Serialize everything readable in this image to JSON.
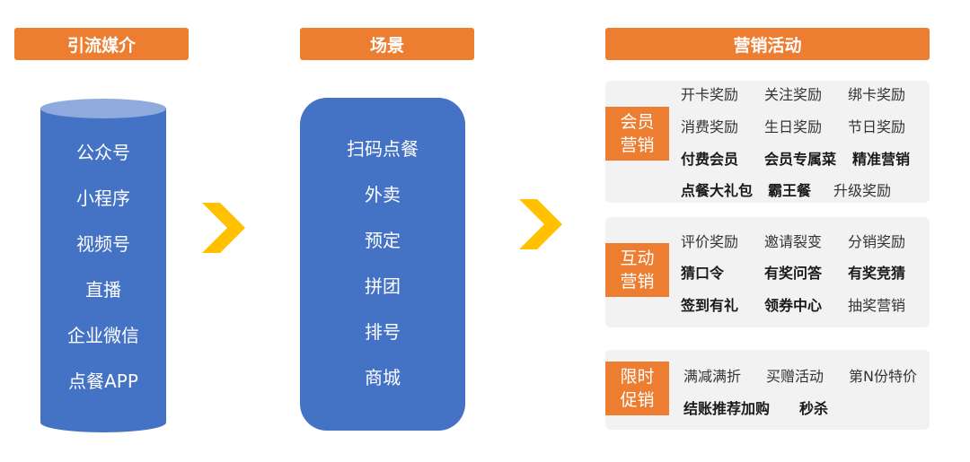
{
  "headers": {
    "media": "引流媒介",
    "scene": "场景",
    "marketing": "营销活动"
  },
  "media_items": [
    "公众号",
    "小程序",
    "视频号",
    "直播",
    "企业微信",
    "点餐APP"
  ],
  "scene_items": [
    "扫码点餐",
    "外卖",
    "预定",
    "拼团",
    "排号",
    "商城"
  ],
  "groups": [
    {
      "tag_line1": "会员",
      "tag_line2": "营销",
      "rows": [
        [
          {
            "text": "开卡奖励",
            "bold": false
          },
          {
            "text": "关注奖励",
            "bold": false
          },
          {
            "text": "绑卡奖励",
            "bold": false
          }
        ],
        [
          {
            "text": "消费奖励",
            "bold": false
          },
          {
            "text": "生日奖励",
            "bold": false
          },
          {
            "text": "节日奖励",
            "bold": false
          }
        ],
        [
          {
            "text": "付费会员",
            "bold": true
          },
          {
            "text": "会员专属菜",
            "bold": true
          },
          {
            "text": "精准营销",
            "bold": true
          }
        ],
        [
          {
            "text": "点餐大礼包",
            "bold": true
          },
          {
            "text": "霸王餐",
            "bold": true
          },
          {
            "text": "升级奖励",
            "bold": false
          }
        ]
      ]
    },
    {
      "tag_line1": "互动",
      "tag_line2": "营销",
      "rows": [
        [
          {
            "text": "评价奖励",
            "bold": false
          },
          {
            "text": "邀请裂变",
            "bold": false
          },
          {
            "text": "分销奖励",
            "bold": false
          }
        ],
        [
          {
            "text": "猜口令",
            "bold": true
          },
          {
            "text": "有奖问答",
            "bold": true
          },
          {
            "text": "有奖竞猜",
            "bold": true
          }
        ],
        [
          {
            "text": "签到有礼",
            "bold": true
          },
          {
            "text": "领券中心",
            "bold": true
          },
          {
            "text": "抽奖营销",
            "bold": false
          }
        ]
      ]
    },
    {
      "tag_line1": "限时",
      "tag_line2": "促销",
      "rows": [
        [
          {
            "text": "满减满折",
            "bold": false
          },
          {
            "text": "买赠活动",
            "bold": false
          },
          {
            "text": "第N份特价",
            "bold": false
          }
        ],
        [
          {
            "text": "结账推荐加购",
            "bold": true
          },
          {
            "text": "秒杀",
            "bold": true
          }
        ]
      ]
    }
  ],
  "colors": {
    "orange": "#ED7D31",
    "blue": "#4472C4",
    "light_blue": "#8FAADC",
    "arrow": "#FFC000",
    "panel_bg": "#F2F2F2"
  }
}
